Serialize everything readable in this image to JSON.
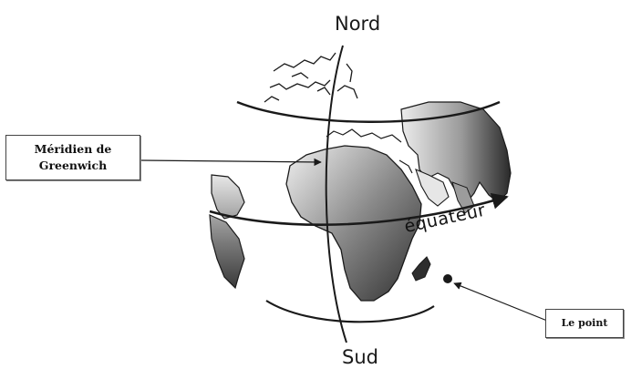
{
  "labels": {
    "north": "Nord",
    "south": "Sud",
    "equator": "équateur",
    "meridian_line1": "Méridien de",
    "meridian_line2": "Greenwich",
    "point": "Le point"
  },
  "colors": {
    "ink": "#1a1a1a",
    "land_dark": "#3a3a3a",
    "land_light": "#d8d8d8",
    "background": "#ffffff"
  }
}
